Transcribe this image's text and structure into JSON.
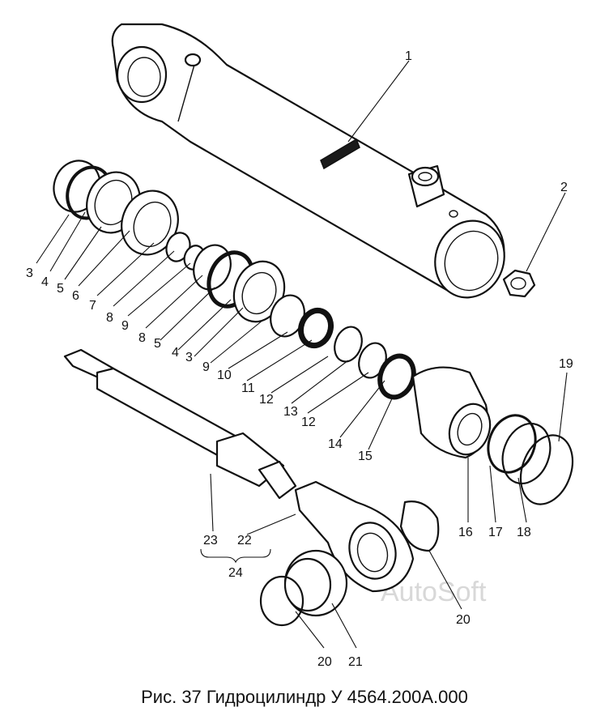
{
  "caption": "Рис. 37 Гидроцилиндр   У 4564.200А.000",
  "watermark": "AutoSoft",
  "callouts": [
    "1",
    "2",
    "3",
    "4",
    "5",
    "6",
    "7",
    "8",
    "9",
    "8",
    "5",
    "4",
    "3",
    "9",
    "10",
    "11",
    "12",
    "13",
    "12",
    "14",
    "15",
    "16",
    "17",
    "18",
    "19",
    "20",
    "21",
    "20",
    "22",
    "23",
    "24"
  ]
}
